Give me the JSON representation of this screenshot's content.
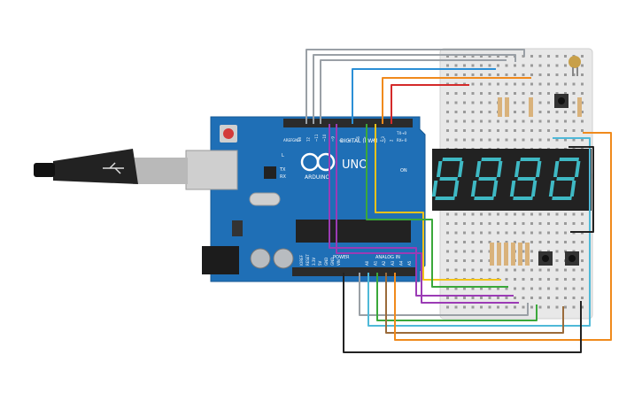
{
  "board": {
    "brand": "ARDUINO",
    "model": "UNO",
    "on_label": "ON",
    "digital_header": "DIGITAL (PWM ~)",
    "power_header": "POWER",
    "analog_header": "ANALOG IN",
    "aref": "AREF",
    "gnd": "GND",
    "tx_rx": "TX→0",
    "rx_label": "RX←0",
    "led_l": "L",
    "led_tx": "TX",
    "led_rx": "RX",
    "digital_pins": [
      "13",
      "12",
      "~11",
      "~10",
      "~9",
      "8",
      "7",
      "~6",
      "~5",
      "4",
      "~3",
      "2"
    ],
    "analog_pins": [
      "A0",
      "A1",
      "A2",
      "A3",
      "A4",
      "A5"
    ],
    "power_pins": [
      "IOREF",
      "RESET",
      "3.3V",
      "5V",
      "GND",
      "GND",
      "VIN"
    ]
  },
  "display": {
    "digits": 4,
    "color": "#3fb9c4"
  },
  "colors": {
    "board": "#1f6fb6",
    "wire_gray": "#9aa0a6",
    "wire_blue": "#2b8fd6",
    "wire_orange": "#f08a1c",
    "wire_red": "#d42a2a",
    "wire_yellow": "#f2c21a",
    "wire_green": "#3aa83a",
    "wire_purple": "#9b3bb5",
    "wire_black": "#222222",
    "wire_cyan": "#4fb9d8",
    "wire_brown": "#9b6b3a"
  }
}
